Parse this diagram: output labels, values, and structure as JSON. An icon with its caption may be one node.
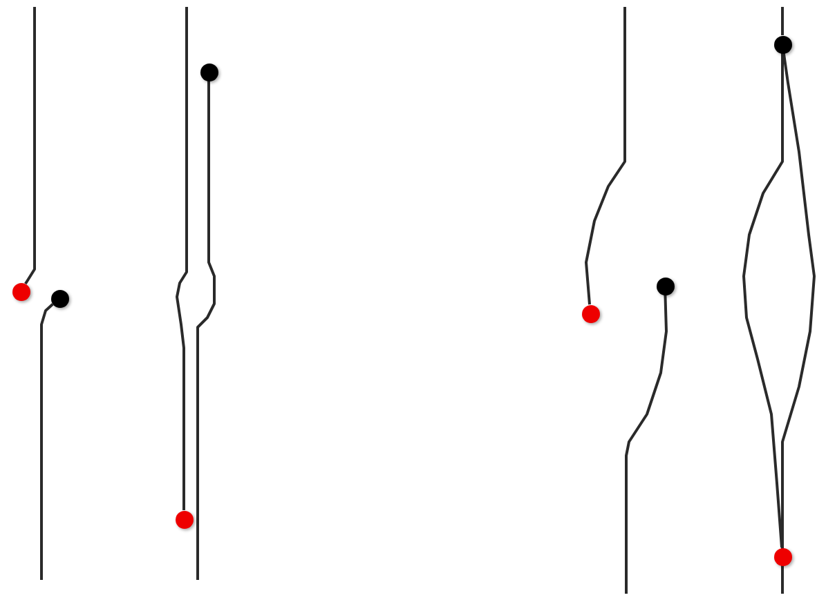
{
  "diagram": {
    "nodes": [
      {
        "text": [],
        "shape": "circle"
      },
      {
        "text": [],
        "shape": "circle"
      },
      {
        "text": [],
        "shape": "circle"
      },
      {
        "text": [],
        "shape": "circle"
      },
      {
        "text": [],
        "shape": "circle"
      },
      {
        "text": [],
        "shape": "circle"
      },
      {
        "text": [],
        "shape": "circle"
      },
      {
        "text": [],
        "shape": "circle"
      }
    ],
    "edges": [
      {
        "from": null,
        "to": 0,
        "arrow": "none"
      },
      {
        "from": 1,
        "to": null,
        "arrow": "none"
      },
      {
        "from": null,
        "to": 2,
        "arrow": "none"
      },
      {
        "from": 3,
        "to": null,
        "arrow": "none"
      },
      {
        "from": null,
        "to": 4,
        "arrow": "none"
      },
      {
        "from": 5,
        "to": null,
        "arrow": "none"
      },
      {
        "from": null,
        "to": 6,
        "arrow": "none"
      },
      {
        "from": 6,
        "to": 7,
        "arrow": "none"
      },
      {
        "from": 6,
        "to": null,
        "arrow": "none"
      }
    ]
  }
}
